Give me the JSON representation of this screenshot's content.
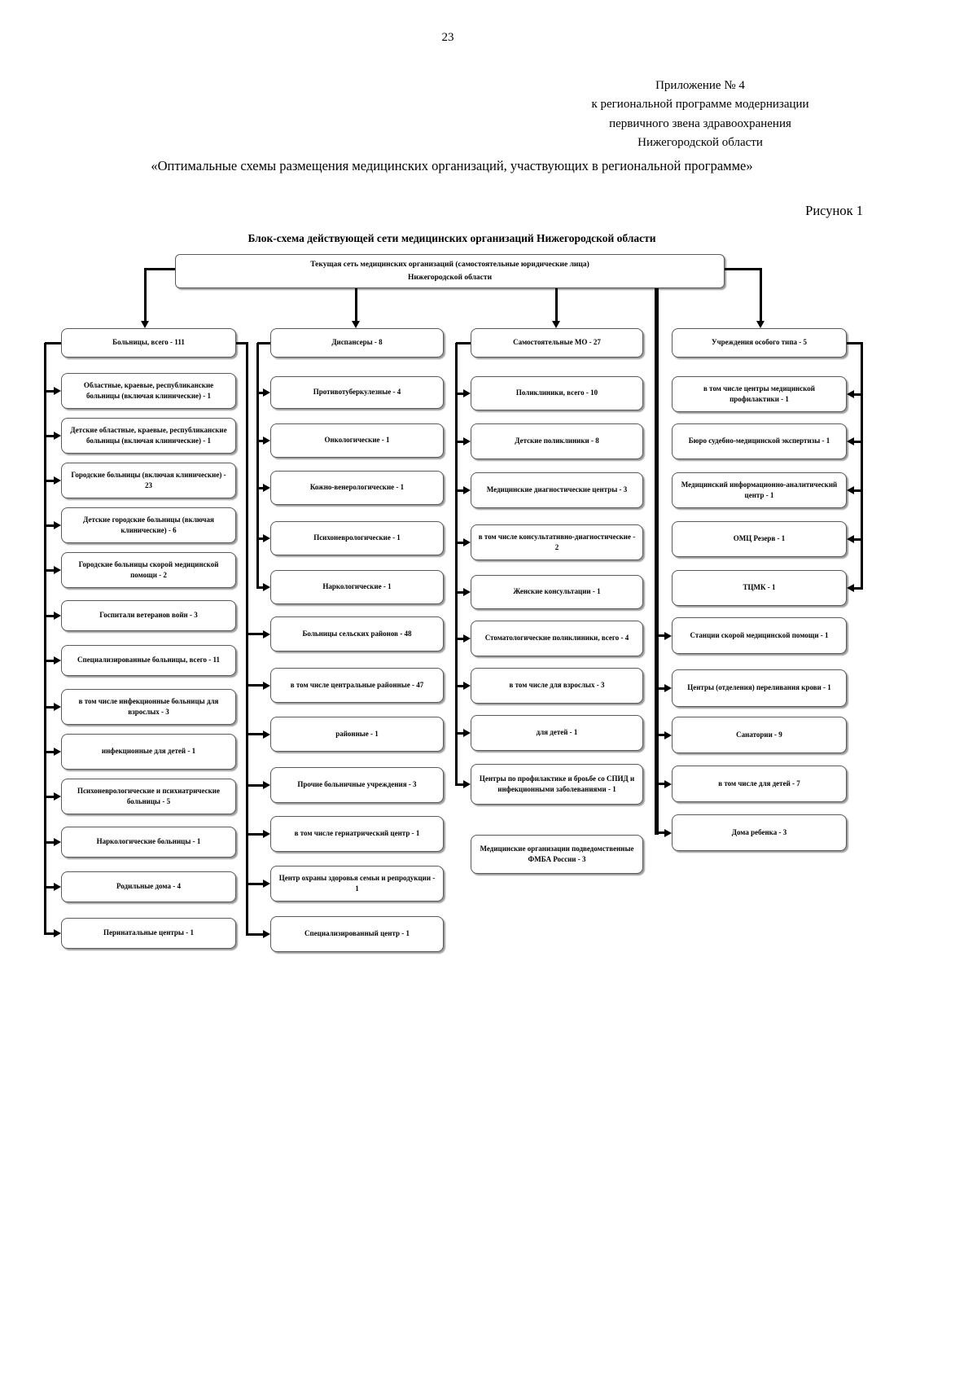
{
  "page": {
    "number": "23",
    "annex_lines": [
      "Приложение № 4",
      "к региональной программе модернизации",
      "первичного звена здравоохранения",
      "Нижегородской области"
    ],
    "title": "«Оптимальные схемы размещения медицинских организаций, участвующих в региональной программе»",
    "figure_caption": "Рисунок 1"
  },
  "diagram": {
    "title": "Блок-схема действующей сети медицинских организаций Нижегородской области",
    "root": {
      "line1": "Текущая сеть медицинских организаций (самостоятельные юридические лица)",
      "line2": "Нижегородской области"
    },
    "col1": {
      "header": "Больницы, всего - 111",
      "items": [
        "Областные, краевые, республиканские больницы (включая клинические) - 1",
        "Детские областные, краевые, республиканские больницы (включая клинические) - 1",
        "Городские больницы (включая клинические) - 23",
        "Детские городские больницы (включая клинические) - 6",
        "Городские больницы скорой медицинской помощи - 2",
        "Госпитали ветеранов войн - 3",
        "Специализированные больницы, всего - 11",
        "в том числе инфекционные больницы для взрослых - 3",
        "инфекционные для детей - 1",
        "Психоневрологические и психиатрические больницы - 5",
        "Наркологические больницы - 1",
        "Родильные дома - 4",
        "Перинатальные центры - 1"
      ]
    },
    "col2": {
      "header": "Диспансеры - 8",
      "dispensaries": [
        "Противотуберкулезные - 4",
        "Онкологические - 1",
        "Кожно-венерологические - 1",
        "Психоневрологические - 1",
        "Наркологические - 1"
      ],
      "hospitals": [
        "Больницы сельских районов - 48",
        "в том числе центральные районные - 47",
        "районные - 1",
        "Прочие больничные учреждения - 3",
        "в том числе гериатрический центр - 1",
        "Центр охраны здоровья семьи и репродукции - 1",
        "Специализированный центр - 1"
      ]
    },
    "col3": {
      "header": "Самостоятельные МО - 27",
      "items": [
        "Поликлиники, всего - 10",
        "Детские поликлиники - 8",
        "Медицинские диагностические центры - 3",
        "в том числе консультативно-диагностические - 2",
        "Женские консультации - 1",
        "Стоматологические поликлиники, всего - 4",
        "в том числе для взрослых - 3",
        "для детей - 1",
        "Центры по профилактике и броьбе со СПИД и инфекционными заболеваниями - 1"
      ],
      "standalone": "Медицинские организации подведомственные ФМБА России - 3"
    },
    "col4": {
      "header": "Учреждения особого типа - 5",
      "right_items": [
        "в том числе центры медицинской профилактики - 1",
        "Бюро судебно-медицинской экспертизы - 1",
        "Медицинский информационно-аналитический центр - 1",
        "ОМЦ Резерв - 1",
        "ТЦМК - 1"
      ],
      "lower_items": [
        "Станции скорой медицинской помощи - 1",
        "Центры (отделения) переливания крови - 1",
        "Санатории - 9",
        "в том числе для детей - 7",
        "Дома ребенка - 3"
      ]
    }
  }
}
